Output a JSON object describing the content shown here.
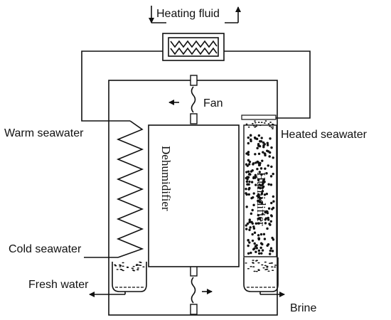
{
  "diagram": {
    "labels": {
      "heating_fluid": "Heating fluid",
      "fan": "Fan",
      "warm_seawater": "Warm seawater",
      "heated_seawater": "Heated seawater",
      "cold_seawater": "Cold seawater",
      "fresh_water": "Fresh water",
      "brine": "Brine",
      "dehumidifier": "Dehumidifier",
      "humidifier": "Humidifier"
    }
  }
}
